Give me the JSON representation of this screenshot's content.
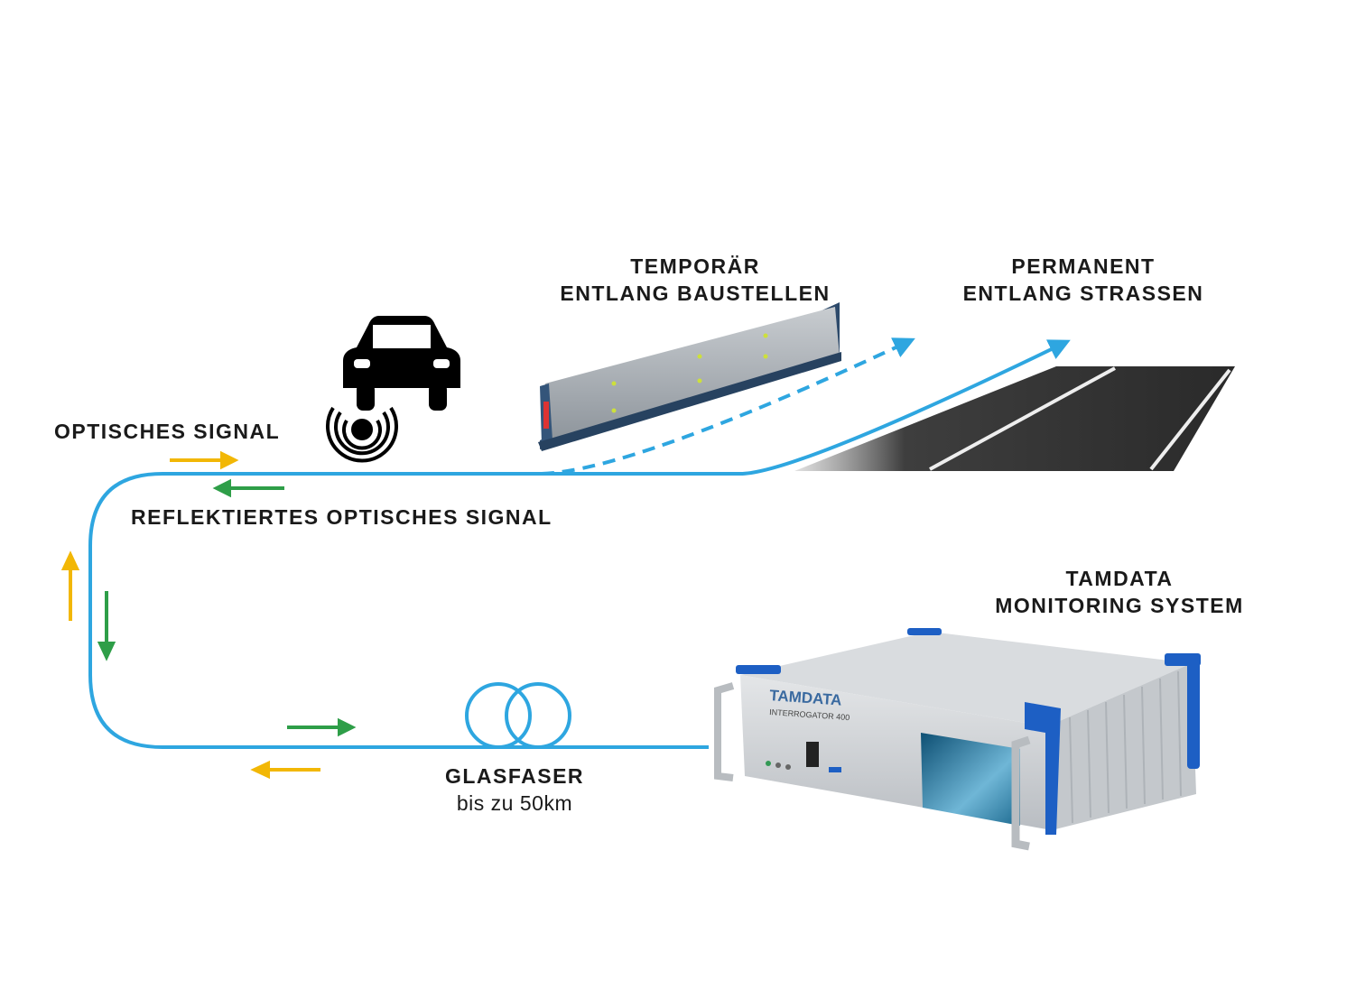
{
  "labels": {
    "optical_signal": "OPTISCHES SIGNAL",
    "reflected_signal": "REFLEKTIERTES OPTISCHES SIGNAL",
    "temporary_line1": "TEMPORÄR",
    "temporary_line2": "ENTLANG BAUSTELLEN",
    "permanent_line1": "PERMANENT",
    "permanent_line2": "ENTLANG STRASSEN",
    "system_line1": "TAMDATA",
    "system_line2": "MONITORING SYSTEM",
    "fiber_title": "GLASFASER",
    "fiber_length": "bis zu 50km"
  },
  "device": {
    "brand": "TAMDATA",
    "model": "INTERROGATOR 400"
  },
  "colors": {
    "fiber": "#2ea6e0",
    "signal_out": "#f2b705",
    "signal_reflected": "#2e9e48",
    "device_accent": "#1d5fc4"
  }
}
